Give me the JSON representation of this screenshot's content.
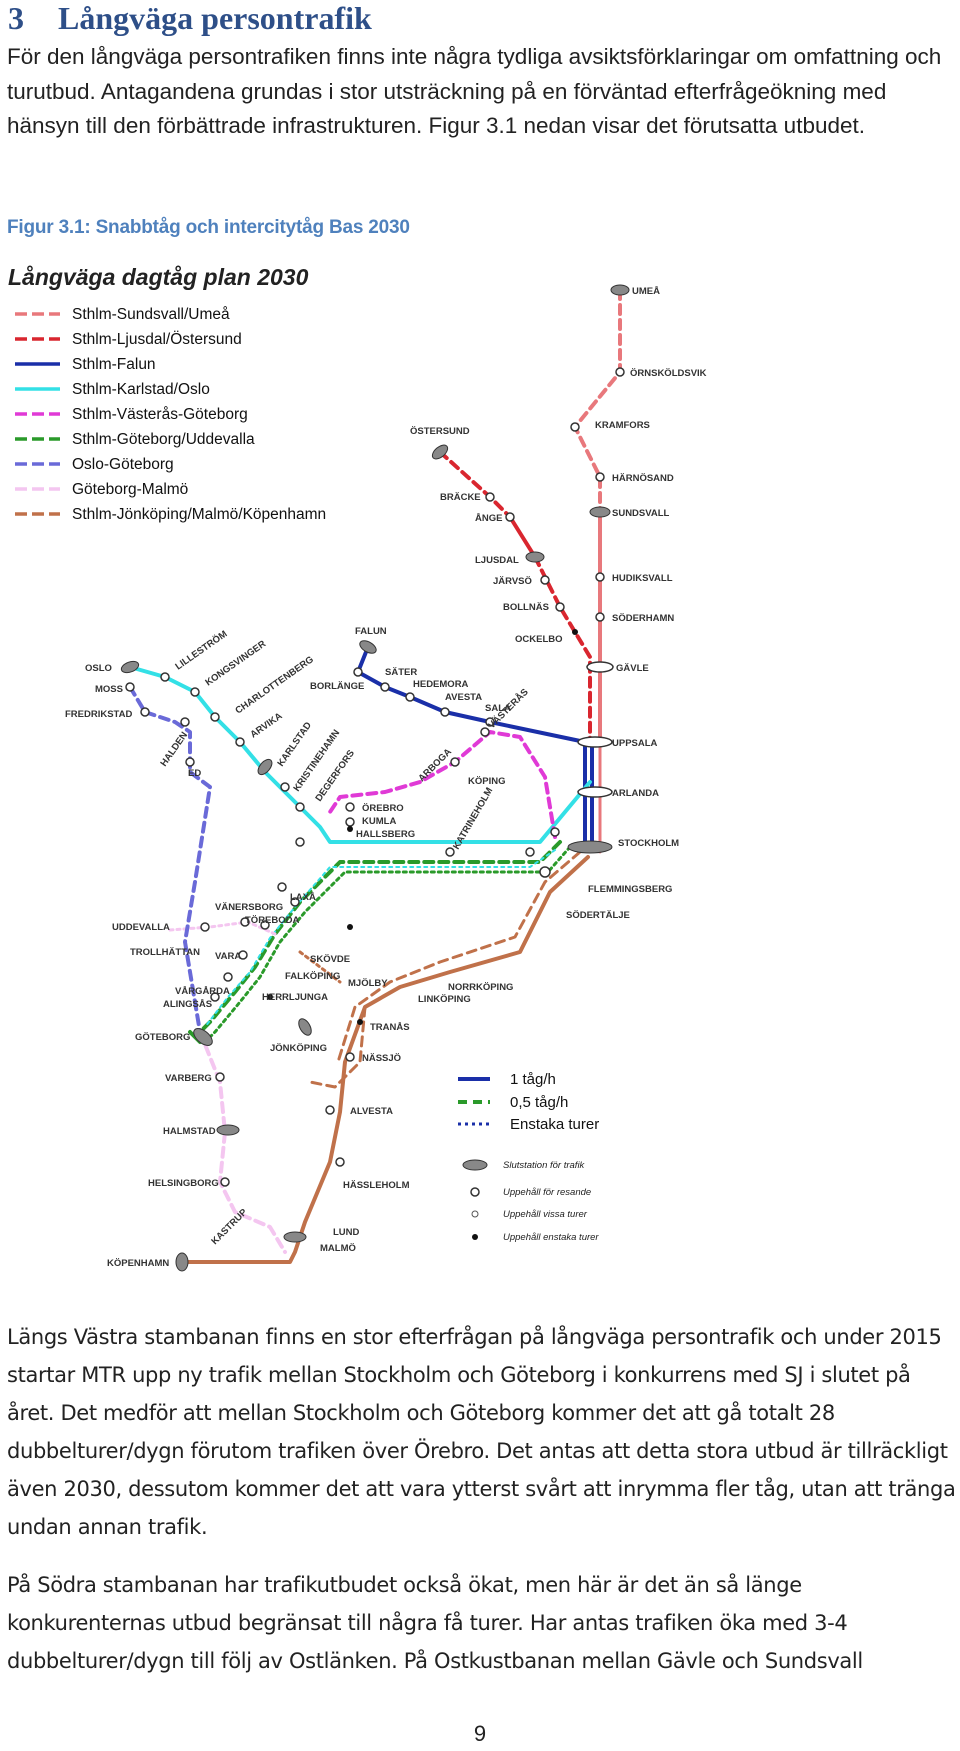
{
  "section": {
    "number": "3",
    "title": "Långväga persontrafik"
  },
  "intro": "För den långväga persontrafiken finns inte några tydliga avsiktsförklaringar om omfattning och turutbud. Antagandena grundas i stor utsträckning på en förväntad efterfrågeökning med hänsyn till den förbättrade infrastrukturen.  Figur 3.1 nedan visar det förutsatta utbudet.",
  "figure": {
    "caption": "Figur 3.1: Snabbtåg och intercitytåg Bas 2030",
    "map_title": "Långväga dagtåg plan 2030",
    "legend": [
      {
        "label": "Sthlm-Sundsvall/Umeå",
        "color": "#e8787c"
      },
      {
        "label": "Sthlm-Ljusdal/Östersund",
        "color": "#d9262f"
      },
      {
        "label": "Sthlm-Falun",
        "color": "#1a2fa8"
      },
      {
        "label": "Sthlm-Karlstad/Oslo",
        "color": "#33e0e6"
      },
      {
        "label": "Sthlm-Västerås-Göteborg",
        "color": "#e03ad6"
      },
      {
        "label": "Sthlm-Göteborg/Uddevalla",
        "color": "#2a9a2a"
      },
      {
        "label": "Oslo-Göteborg",
        "color": "#6a6ad8"
      },
      {
        "label": "Göteborg-Malmö",
        "color": "#f4c6f0"
      },
      {
        "label": "Sthlm-Jönköping/Malmö/Köpenhamn",
        "color": "#c0714a"
      }
    ],
    "key": {
      "line_solid": "1 tåg/h",
      "line_dashed": "0,5 tåg/h",
      "line_dotted": "Enstaka turer",
      "terminal": "Slutstation för trafik",
      "stop_all": "Uppehåll för resande",
      "stop_some": "Uppehåll vissa turer",
      "stop_few": "Uppehåll enstaka turer"
    },
    "stations": {
      "umea": "UMEÅ",
      "ornskoldsvik": "ÖRNSKÖLDSVIK",
      "kramfors": "KRAMFORS",
      "harnosand": "HÄRNÖSAND",
      "sundsvall": "SUNDSVALL",
      "hudiksvall": "HUDIKSVALL",
      "soderhamn": "SÖDERHAMN",
      "gavle": "GÄVLE",
      "uppsala": "UPPSALA",
      "arlanda": "ARLANDA",
      "stockholm": "STOCKHOLM",
      "flemingsberg": "FLEMMINGSBERG",
      "sodertalje": "SÖDERTÄLJE",
      "ostersund": "ÖSTERSUND",
      "bracke": "BRÄCKE",
      "ange": "ÅNGE",
      "ljusdal": "LJUSDAL",
      "jarvso": "JÄRVSÖ",
      "bollnas": "BOLLNÄS",
      "ockelbo": "OCKELBO",
      "falun": "FALUN",
      "borlange": "BORLÄNGE",
      "sater": "SÄTER",
      "hedemora": "HEDEMORA",
      "avesta": "AVESTA",
      "sala": "SALA",
      "oslo": "OSLO",
      "lillestrom": "LILLESTRÖM",
      "kongsvinger": "KONGSVINGER",
      "charlottenberg": "CHARLOTTENBERG",
      "arvika": "ARVIKA",
      "karlstad": "KARLSTAD",
      "kristinehamn": "KRISTINEHAMN",
      "degerfors": "DEGERFORS",
      "moss": "MOSS",
      "fredrikstad": "FREDRIKSTAD",
      "halden": "HALDEN",
      "ed": "ED",
      "arboga": "ARBOGA",
      "vasteras": "VÄSTERÅS",
      "koping": "KÖPING",
      "orebro": "ÖREBRO",
      "kumla": "KUMLA",
      "hallsberg": "HALLSBERG",
      "katrineholm": "KATRINEHOLM",
      "laxa": "LAXÅ",
      "vanersborg": "VÄNERSBORG",
      "toreboda": "TÖREBODA",
      "uddevalla": "UDDEVALLA",
      "trollhattan": "TROLLHÄTTAN",
      "vara": "VARA",
      "skovde": "SKÖVDE",
      "falkoping": "FALKÖPING",
      "vargarda": "VÅRGÅRDA",
      "alingsas": "ALINGSÅS",
      "herrljunga": "HERRLJUNGA",
      "mjolby": "MJÖLBY",
      "norrkoping": "NORRKÖPING",
      "linkoping": "LINKÖPING",
      "goteborg": "GÖTEBORG",
      "jonkoping": "JÖNKÖPING",
      "tranas": "TRANÅS",
      "nassjo": "NÄSSJÖ",
      "varberg": "VARBERG",
      "alvesta": "ALVESTA",
      "halmstad": "HALMSTAD",
      "helsingborg": "HELSINGBORG",
      "hassleholm": "HÄSSLEHOLM",
      "kastrup": "KASTRUP",
      "lund": "LUND",
      "malmo": "MALMÖ",
      "kopenhamn": "KÖPENHAMN"
    }
  },
  "paragraphs": [
    "Längs Västra stambanan finns en stor efterfrågan på långväga persontrafik och under 2015 startar MTR upp ny trafik mellan Stockholm och Göteborg i konkurrens med SJ i slutet på året. Det medför att mellan Stockholm och Göteborg kommer det att gå totalt 28 dubbelturer/dygn förutom trafiken över Örebro. Det antas att detta stora utbud är tillräckligt även 2030, dessutom kommer det att  vara ytterst svårt att inrymma fler tåg, utan att tränga undan annan trafik.",
    "På Södra stambanan har trafikutbudet också ökat, men här är det än så länge konkurenternas utbud begränsat till några få turer. Har antas trafiken öka med 3-4 dubbelturer/dygn till följ av Ostlänken. På Ostkustbanan mellan Gävle och Sundsvall"
  ],
  "page_number": "9"
}
